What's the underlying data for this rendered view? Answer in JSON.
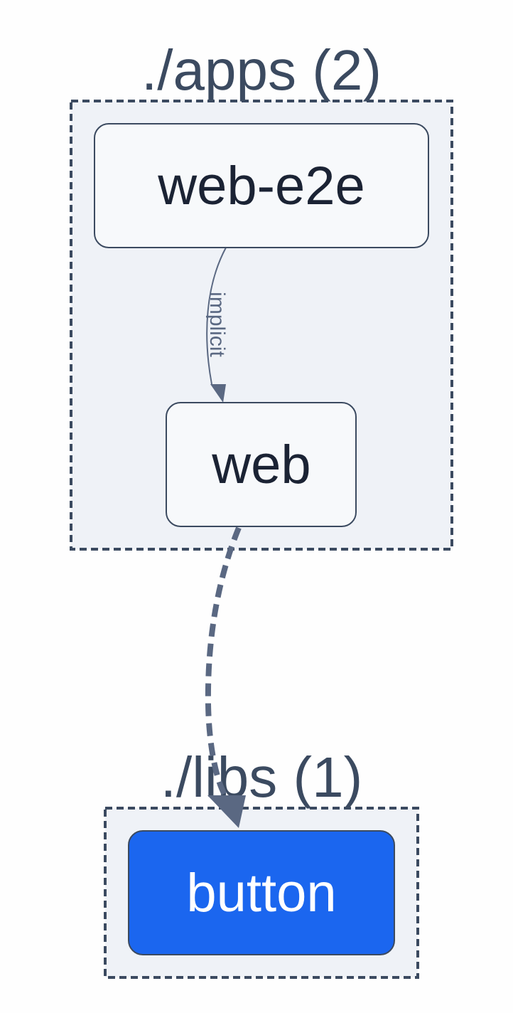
{
  "colors": {
    "group_fill": "#eff2f7",
    "group_stroke": "#3b4a60",
    "node_fill": "#f7f9fb",
    "node_stroke": "#3b4a60",
    "selected_fill": "#1b66ef",
    "edge": "#5a6882"
  },
  "groups": {
    "apps": {
      "title": "./apps (2)"
    },
    "libs": {
      "title": "./libs (1)"
    }
  },
  "nodes": {
    "web_e2e": {
      "label": "web-e2e"
    },
    "web": {
      "label": "web"
    },
    "button": {
      "label": "button",
      "selected": true
    }
  },
  "edges": {
    "web_e2e_to_web": {
      "label": "implicit",
      "type": "implicit"
    },
    "web_to_button": {
      "label": "",
      "type": "dynamic"
    }
  }
}
